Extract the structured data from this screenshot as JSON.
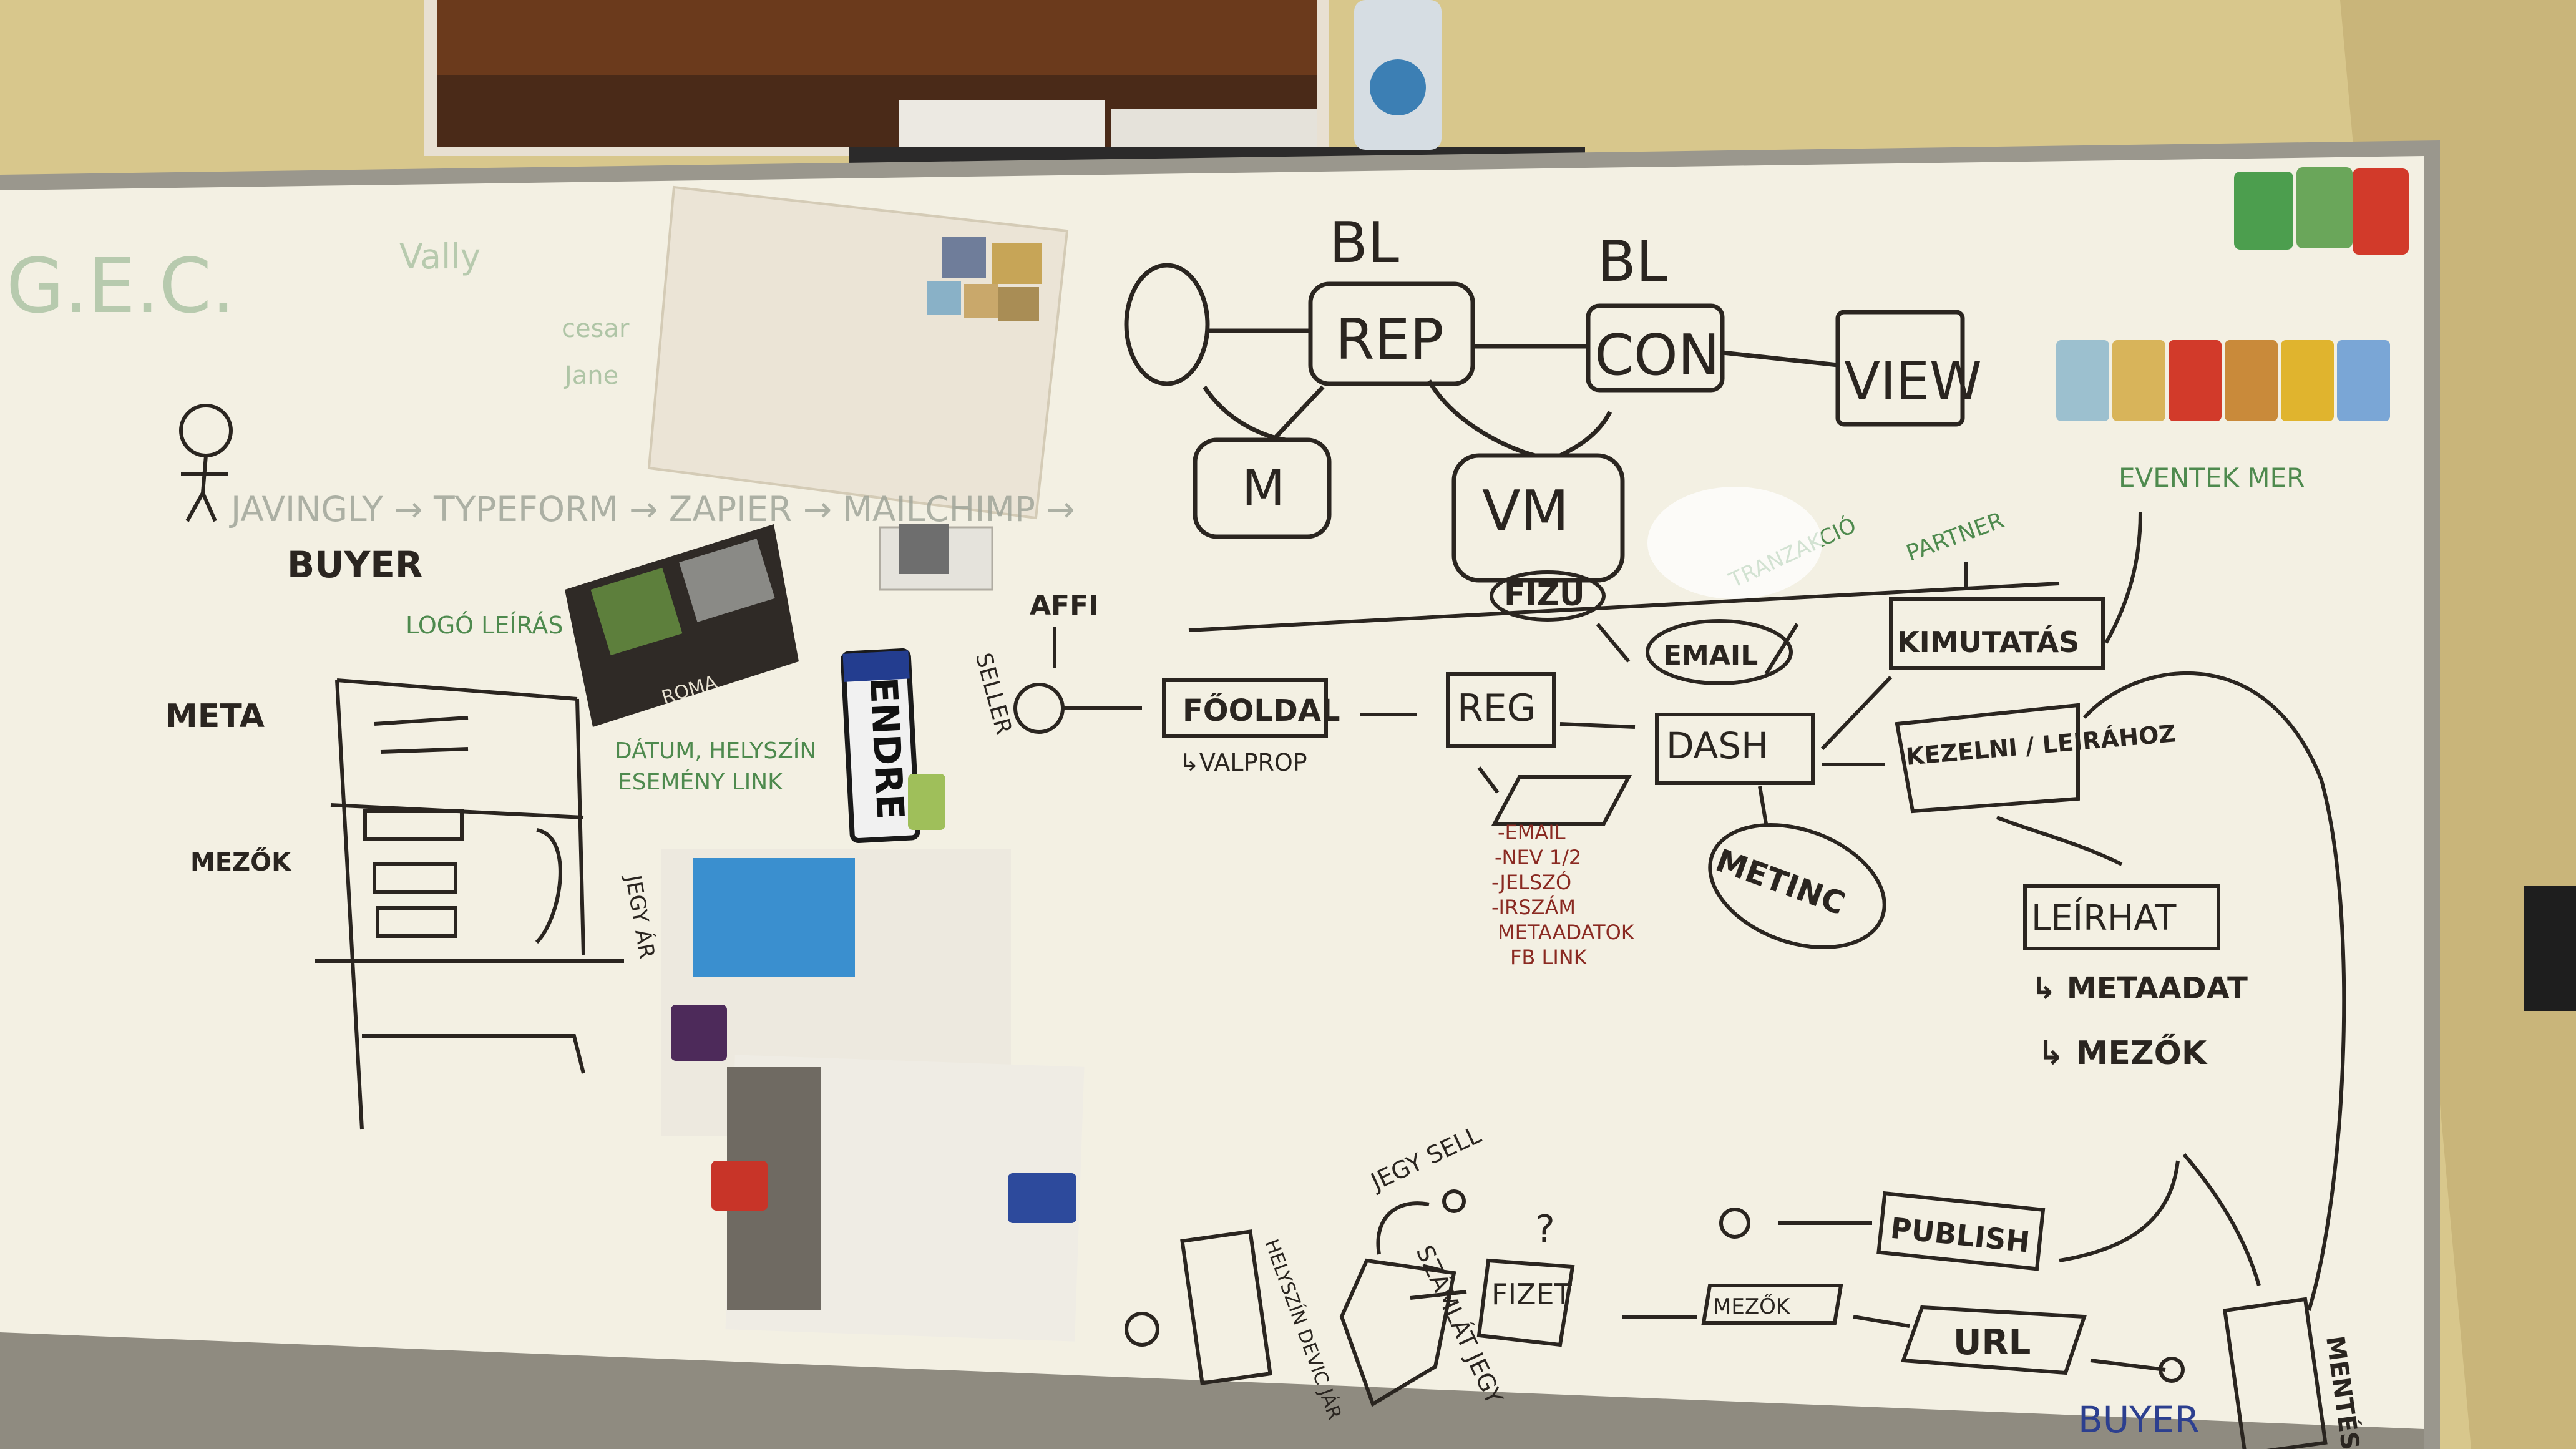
{
  "whiteboard": {
    "top_left": {
      "gec": "G.E.C.",
      "vally": "Vally",
      "cesar": "cesar",
      "dane": "Jane"
    },
    "buyer_flow": {
      "buyer": "BUYER",
      "flow": "JAVINGLY → TYPEFORM → ZAPIER → MAILCHIMP →",
      "logo_leiras": "LOGÓ LEÍRÁS",
      "meta": "META",
      "mezok": "MEZŐK",
      "datum_helyszin": "DÁTUM, HELYSZÍN",
      "esemeny_link": "ESEMÉNY LINK",
      "jegy_ar": "JEGY ÁR"
    },
    "architecture": {
      "bl_left": "BL",
      "bl_right": "BL",
      "rep": "REP",
      "con": "CON",
      "view": "VIEW",
      "m": "M",
      "vm": "VM"
    },
    "main_flow": {
      "affi": "AFFI",
      "seller": "SELLER",
      "fooldal": "FŐOLDAL",
      "valprop": "↳VALPROP",
      "reg": "REG",
      "fizu": "FIZU",
      "email": "EMAIL",
      "dash": "DASH",
      "metinc": "METINC",
      "kimutatas": "KIMUTATÁS",
      "kezelni_leirahoz": "KEZELNI / LEÍRÁHOZ",
      "leirhat": "LEÍRHAT",
      "metaadat": "↳ METAADAT",
      "mezok": "↳ MEZŐK",
      "eventek_mer": "EVENTEK MER",
      "partner": "PARTNER",
      "tranzakcio": "TRANZAKCIÓ",
      "reg_fields": [
        "-EMAIL",
        "-NEV 1/2",
        "-JELSZÓ",
        "-IRSZÁM",
        "METAADATOK",
        "FB LINK"
      ]
    },
    "bottom_flow": {
      "publish": "PUBLISH",
      "url": "URL",
      "buyer": "BUYER",
      "mezok": "MEZŐK",
      "fizet": "FIZET",
      "szamlat_jegy": "SZÁMLÁT JEGY",
      "jegy_sell": "JEGY SELL",
      "helyszin_devic_jar": "HELYSZÍN DEVIC JÁR",
      "mentes": "MENTÉS",
      "question": "?"
    },
    "pinned_items": {
      "license_plate": "ENDRE",
      "postcard_caption": "ROMA"
    }
  },
  "colors": {
    "wall": "#d9c98f",
    "board": "#f4f1e4",
    "ink_black": "#2a2520",
    "ink_green": "#4e8a4e",
    "ink_blue": "#2c3f8f",
    "frame": "#9a978d"
  }
}
